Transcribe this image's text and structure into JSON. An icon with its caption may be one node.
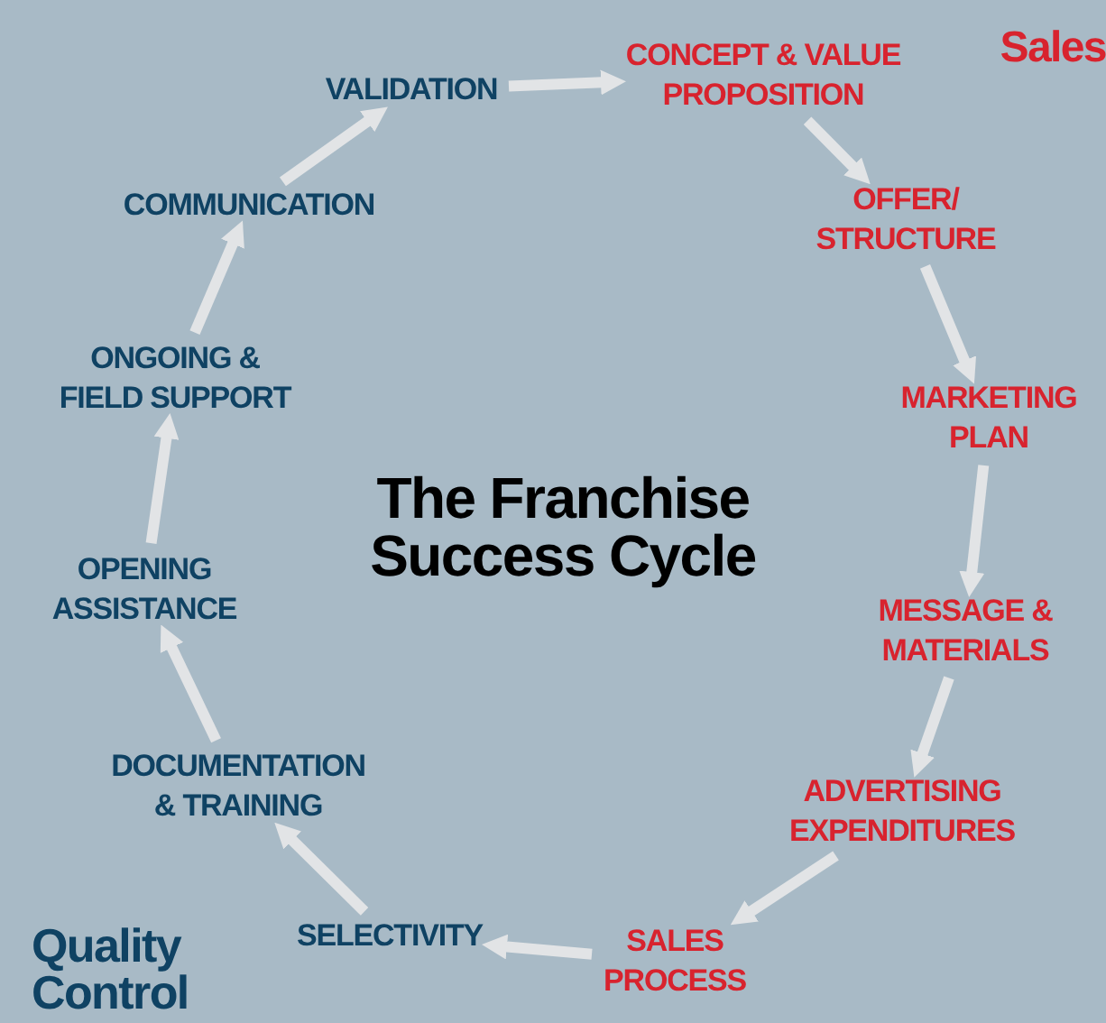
{
  "diagram": {
    "title": "The Franchise Success Cycle",
    "nodes": [
      {
        "text": [
          "VALIDATION"
        ]
      },
      {
        "text": [
          "CONCEPT & VALUE PROPOSITION"
        ]
      },
      {
        "text": [
          "OFFER/ STRUCTURE"
        ]
      },
      {
        "text": [
          "MARKETING PLAN"
        ]
      },
      {
        "text": [
          "MESSAGE & MATERIALS"
        ]
      },
      {
        "text": [
          "ADVERTISING EXPENDITURES"
        ]
      },
      {
        "text": [
          "SALES PROCESS"
        ]
      },
      {
        "text": [
          "SELECTIVITY"
        ]
      },
      {
        "text": [
          "DOCUMENTATION & TRAINING"
        ]
      },
      {
        "text": [
          "OPENING ASSISTANCE"
        ]
      },
      {
        "text": [
          "ONGOING & FIELD SUPPORT"
        ]
      },
      {
        "text": [
          "COMMUNICATION"
        ]
      }
    ],
    "edges": [
      {
        "from": 0,
        "to": 1,
        "arrow": "to"
      },
      {
        "from": 1,
        "to": 2,
        "arrow": "to"
      },
      {
        "from": 2,
        "to": 3,
        "arrow": "to"
      },
      {
        "from": 3,
        "to": 4,
        "arrow": "to"
      },
      {
        "from": 4,
        "to": 5,
        "arrow": "to"
      },
      {
        "from": 5,
        "to": 6,
        "arrow": "to"
      },
      {
        "from": 6,
        "to": 7,
        "arrow": "to"
      },
      {
        "from": 7,
        "to": 8,
        "arrow": "to"
      },
      {
        "from": 8,
        "to": 9,
        "arrow": "to"
      },
      {
        "from": 9,
        "to": 10,
        "arrow": "to"
      },
      {
        "from": 10,
        "to": 11,
        "arrow": "to"
      },
      {
        "from": 11,
        "to": 0,
        "arrow": "to"
      }
    ],
    "labels": [
      "Sales",
      "Quality Control"
    ]
  }
}
